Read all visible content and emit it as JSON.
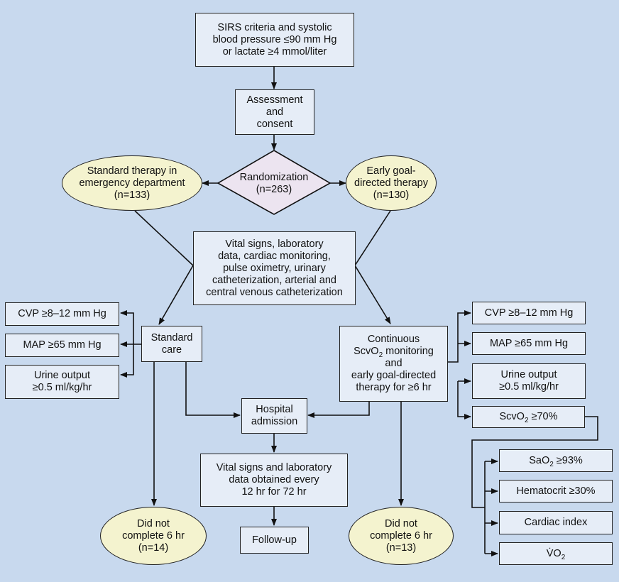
{
  "nodes": {
    "sirs": "SIRS criteria and systolic\nblood pressure ≤90 mm Hg\nor lactate ≥4 mmol/liter",
    "assessment": "Assessment\nand\nconsent",
    "randomization": "Randomization\n(n=263)",
    "standard_therapy": "Standard therapy in\nemergency department\n(n=133)",
    "egdt": "Early goal-\ndirected therapy\n(n=130)",
    "vital_signs": "Vital signs, laboratory\ndata, cardiac monitoring,\npulse oximetry, urinary\ncatheterization, arterial and\ncentral venous catheterization",
    "standard_care": "Standard\ncare",
    "continuous_line1_prefix": "Continuous",
    "continuous_scv": "ScvO",
    "continuous_sub": "2",
    "continuous_rest": " monitoring\nand\nearly goal-directed\ntherapy for ≥6 hr",
    "left_cvp": "CVP ≥8–12 mm Hg",
    "left_map": "MAP ≥65 mm Hg",
    "left_urine": "Urine output\n≥0.5 ml/kg/hr",
    "right_cvp": "CVP ≥8–12 mm Hg",
    "right_map": "MAP ≥65 mm Hg",
    "right_urine": "Urine output\n≥0.5 ml/kg/hr",
    "scvo2_label": "ScvO",
    "scvo2_sub": "2",
    "scvo2_value": " ≥70%",
    "sao2_label": "SaO",
    "sao2_sub": "2",
    "sao2_value": " ≥93%",
    "hematocrit": "Hematocrit ≥30%",
    "cardiac_index": "Cardiac index",
    "vo2_label": "V̇O",
    "vo2_sub": "2",
    "hospital": "Hospital\nadmission",
    "vital_72": "Vital signs and laboratory\ndata obtained every\n12 hr for 72 hr",
    "followup": "Follow-up",
    "dnc_left": "Did not\ncomplete 6 hr\n(n=14)",
    "dnc_right": "Did not\ncomplete 6 hr\n(n=13)"
  },
  "colors": {
    "background": "#c8d9ee",
    "box_fill": "#e6edf7",
    "oval_fill": "#f4f3cf",
    "diamond_fill": "#ece4f0",
    "line": "#111111"
  }
}
